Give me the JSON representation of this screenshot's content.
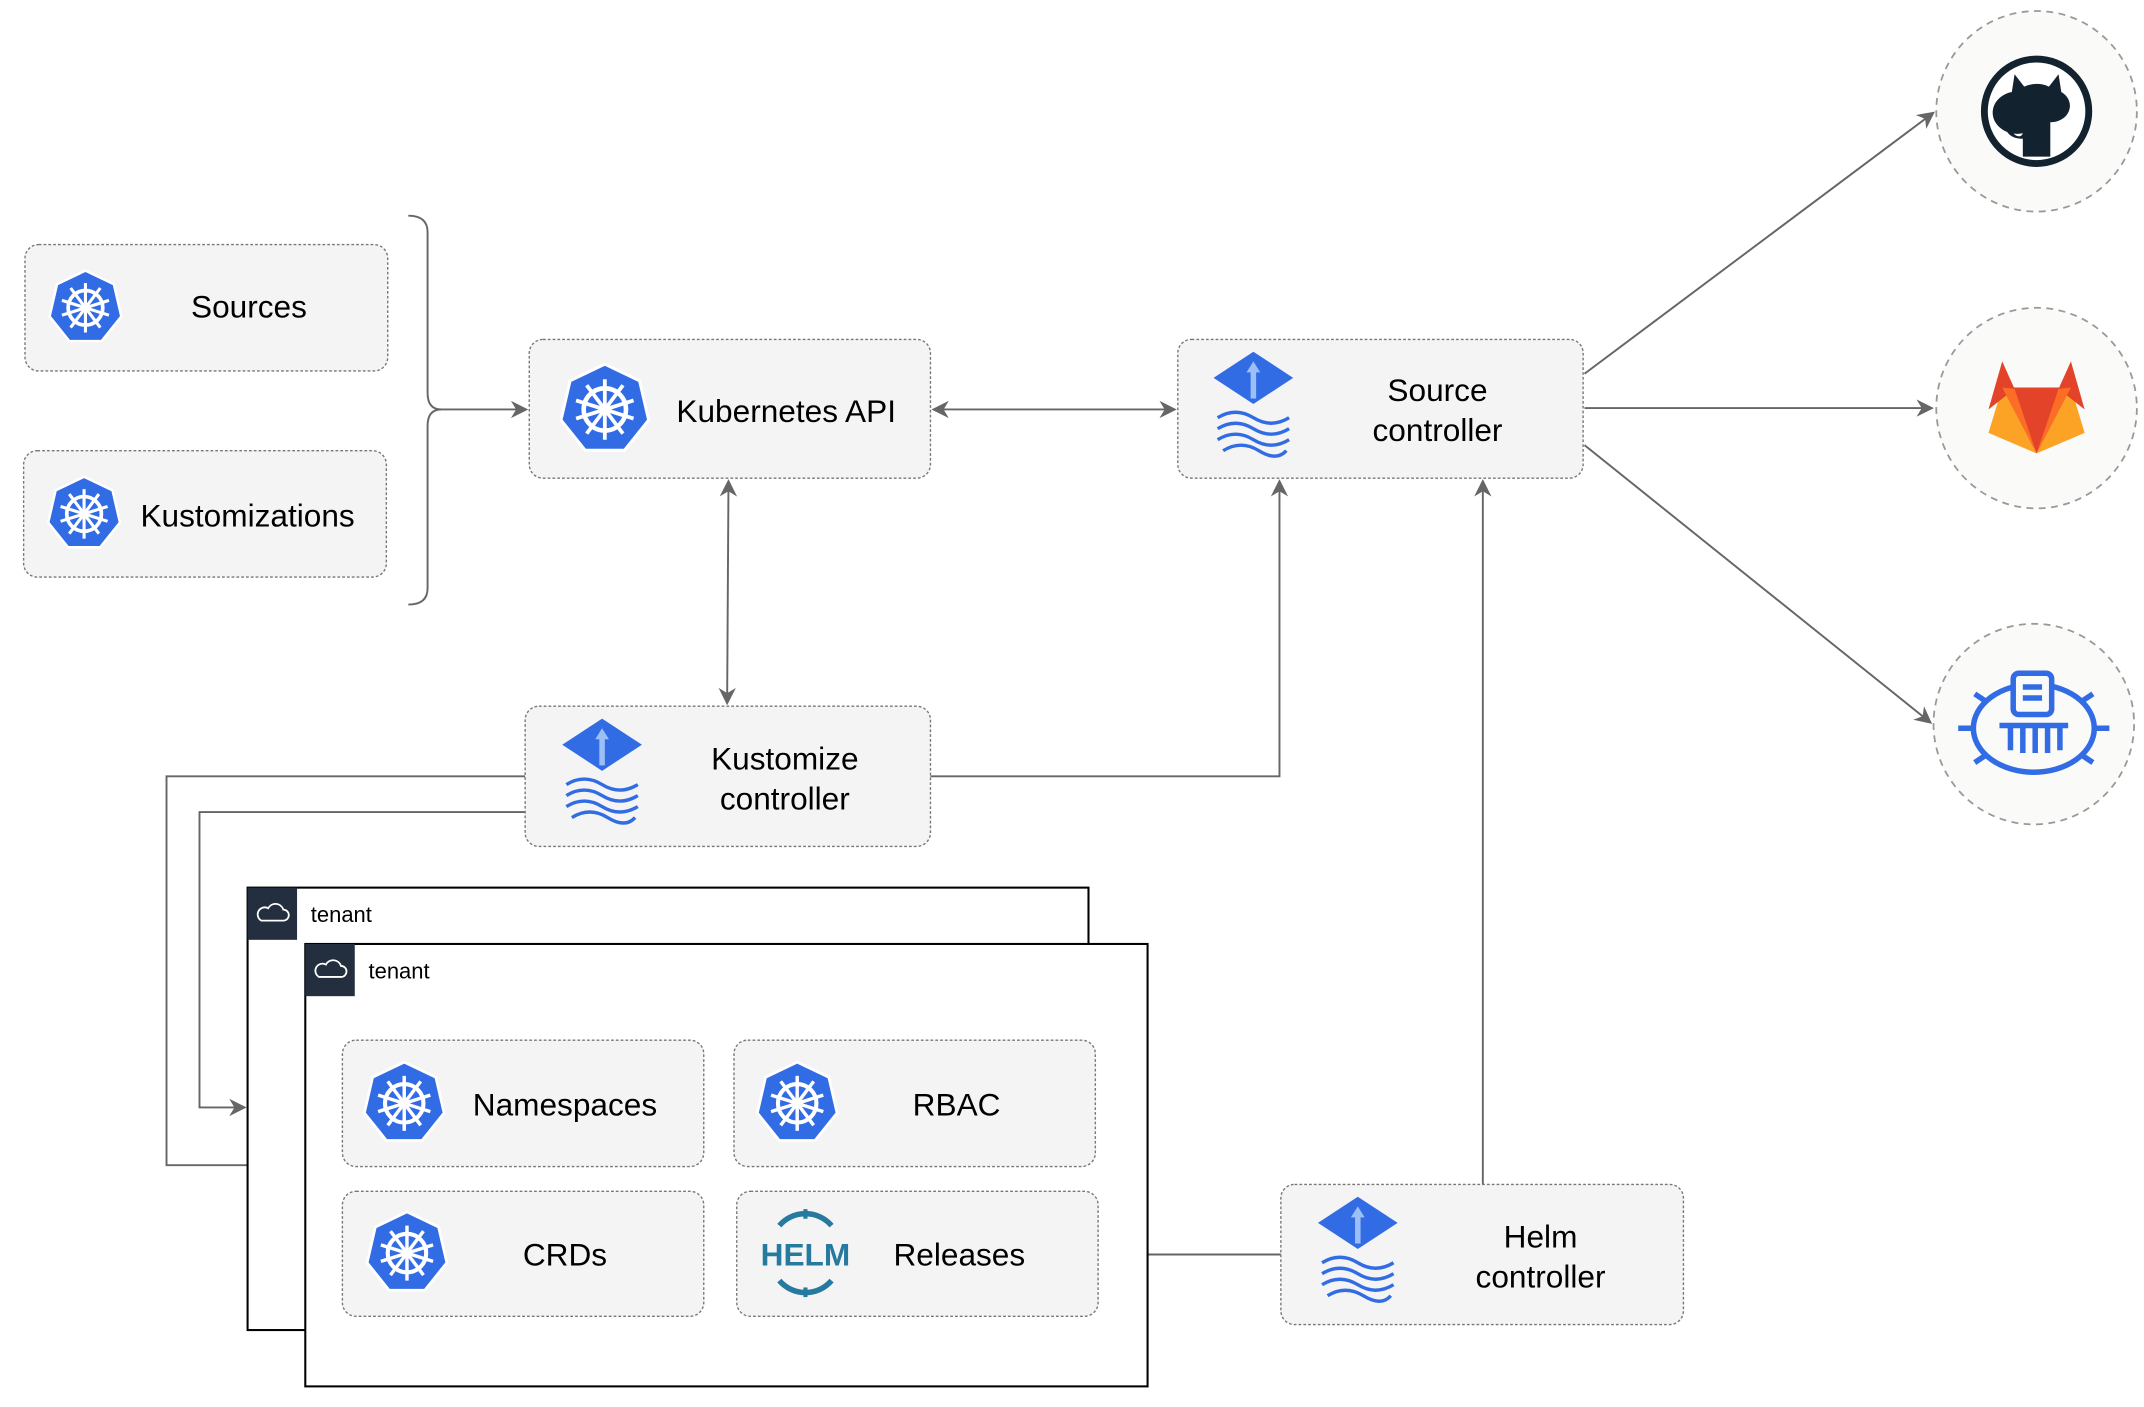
{
  "nodes": {
    "sources": "Sources",
    "kustomizations": "Kustomizations",
    "kubernetes_api": "Kubernetes API",
    "source_controller": [
      "Source",
      "controller"
    ],
    "kustomize_controller": [
      "Kustomize",
      "controller"
    ],
    "helm_controller": [
      "Helm",
      "controller"
    ],
    "namespaces": "Namespaces",
    "rbac": "RBAC",
    "crds": "CRDs",
    "releases": "Releases"
  },
  "tenants": [
    "tenant",
    "tenant"
  ],
  "helm_logo": "HELM",
  "external_sources": [
    "github-icon",
    "gitlab-icon",
    "bucket-icon"
  ],
  "colors": {
    "k8s_blue": "#326ce5",
    "edge": "#666666",
    "github": "#13222f",
    "gitlab_orange": "#e24329",
    "gitlab_light": "#fca326",
    "helm": "#277a9f"
  }
}
